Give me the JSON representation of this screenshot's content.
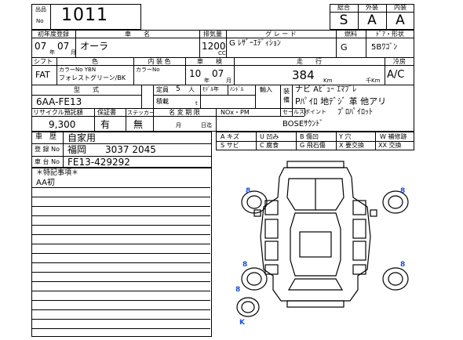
{
  "lot": {
    "label_top": "出品",
    "label_bottom": "No",
    "number": "1011"
  },
  "grades": {
    "overall_label": "総合",
    "exterior_label": "外装",
    "interior_label": "内装",
    "overall": "S",
    "exterior": "A",
    "interior": "A"
  },
  "row2": {
    "year_label": "初年度登録",
    "name_label": "車　　名",
    "cc_label": "排気量",
    "grade_label": "グ レ ー ド",
    "fuel_label": "燃料",
    "door_label": "ﾄﾞｱ・形状",
    "year": "07",
    "year_unit": "年",
    "month": "07",
    "month_unit": "月",
    "name": "オーラ",
    "cc": "1200",
    "cc_unit": "CC",
    "grade": "G ﾚｻﾞｰｴﾃﾞｨｼｮﾝ",
    "fuel": "G",
    "door": "5Bﾜｺﾞﾝ"
  },
  "row3": {
    "shift_label": "シフト",
    "color_label": "色",
    "int_color_label": "内 装 色",
    "inspection_label": "車　　検",
    "mileage_label": "走　　行",
    "ac_label": "冷房",
    "shift": "FAT",
    "color_no": "カラーNo YBN",
    "color_name": "フォレストグリーン/BK",
    "int_color_no": "カラーNo",
    "insp_year": "10",
    "insp_month": "07",
    "insp_year_unit": "年",
    "insp_month_unit": "月",
    "mileage": "384",
    "km_unit": "Km",
    "thousand_km_unit": "千Km",
    "ac": "A/C"
  },
  "row4": {
    "model_label": "型　　式",
    "model": "6AA-FE13",
    "capacity_label": "定員",
    "capacity": "5",
    "capacity_unit": "人",
    "load_label": "積載",
    "load_unit": "t",
    "model_change_label": "ﾓﾃﾞﾙ年",
    "handle_label": "ﾊﾝﾄﾞﾙ",
    "import_label": "輸入",
    "equip_label_1": "装",
    "equip_label_2": "備",
    "equip_line1": "ナビ Aﾋﾞｭｰ ｴﾏﾌﾞﾚ",
    "equip_line2": "Pﾊﾟｲﾛ 地ﾃﾞｼﾞ 革 他アリ"
  },
  "row5": {
    "recycle_label": "リサイクル預託額",
    "warranty_label": "保証書",
    "sticker_label": "ステッカー",
    "change_label": "名 変 期 限",
    "nox_label": "NOx・PM",
    "recycle": "9,300",
    "warranty": "有",
    "sticker": "無",
    "month_unit": "月",
    "date_unit": "日迄",
    "sales_label": "セールスポイント",
    "sales_1": "ﾌﾟﾛﾊﾟｲﾛｯﾄ",
    "sales_2": "BOSEｻｳﾝﾄﾞ"
  },
  "history": {
    "label": "車　歴",
    "value": "自家用",
    "reg_label": "登 録 No",
    "reg_value": "福岡　　3037 2045",
    "chassis_label": "車 台 No",
    "chassis_value": "FE13-429292"
  },
  "legend": [
    {
      "code": "A",
      "text": "キズ"
    },
    {
      "code": "U",
      "text": "凹み"
    },
    {
      "code": "W",
      "text": "補修跡"
    },
    {
      "code": "S",
      "text": "サビ"
    },
    {
      "code": "C",
      "text": "腐食"
    },
    {
      "code": "B",
      "text": "傷凹"
    },
    {
      "code": "G",
      "text": "飛石傷"
    },
    {
      "code": "X",
      "text": "要交換"
    },
    {
      "code": "XX",
      "text": "交換"
    },
    {
      "code": "Y",
      "text": "穴"
    }
  ],
  "remarks": {
    "label": "＊特記事項＊",
    "line1": "AA初"
  },
  "diagram": {
    "tire_marks": [
      "8",
      "8",
      "8",
      "8",
      "8"
    ],
    "k_mark": "K"
  }
}
